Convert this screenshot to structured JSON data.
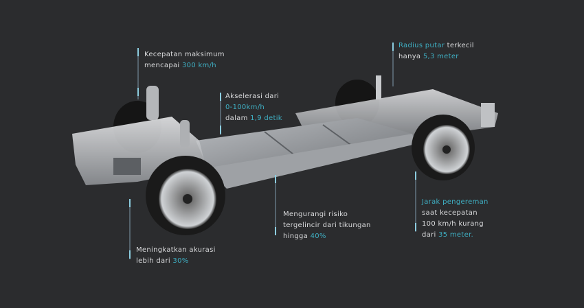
{
  "colors": {
    "background": "#2b2c2e",
    "accent": "#3fb0c4",
    "text": "#d9dadc"
  },
  "annotations": {
    "top_speed": {
      "line1": "Kecepatan maksimum",
      "line2_prefix": "mencapai ",
      "line2_highlight": "300 km/h"
    },
    "acceleration": {
      "line1": "Akselerasi dari",
      "line2_highlight": "0-100km/h",
      "line3_prefix": "dalam ",
      "line3_highlight": "1,9 detik"
    },
    "turning_radius": {
      "line1_highlight": "Radius putar",
      "line1_suffix": " terkecil",
      "line2_prefix": "hanya ",
      "line2_highlight": "5,3 meter"
    },
    "accuracy": {
      "line1": "Meningkatkan akurasi",
      "line2_prefix": "lebih dari ",
      "line2_highlight": "30%"
    },
    "skid_risk": {
      "line1": "Mengurangi risiko",
      "line2": "tergelincir dari tikungan",
      "line3_prefix": "hingga ",
      "line3_highlight": "40%"
    },
    "braking": {
      "line1_highlight": "Jarak pengereman",
      "line2": "saat kecepatan",
      "line3": "100 km/h kurang",
      "line4_prefix": "dari ",
      "line4_highlight": "35 meter."
    }
  }
}
